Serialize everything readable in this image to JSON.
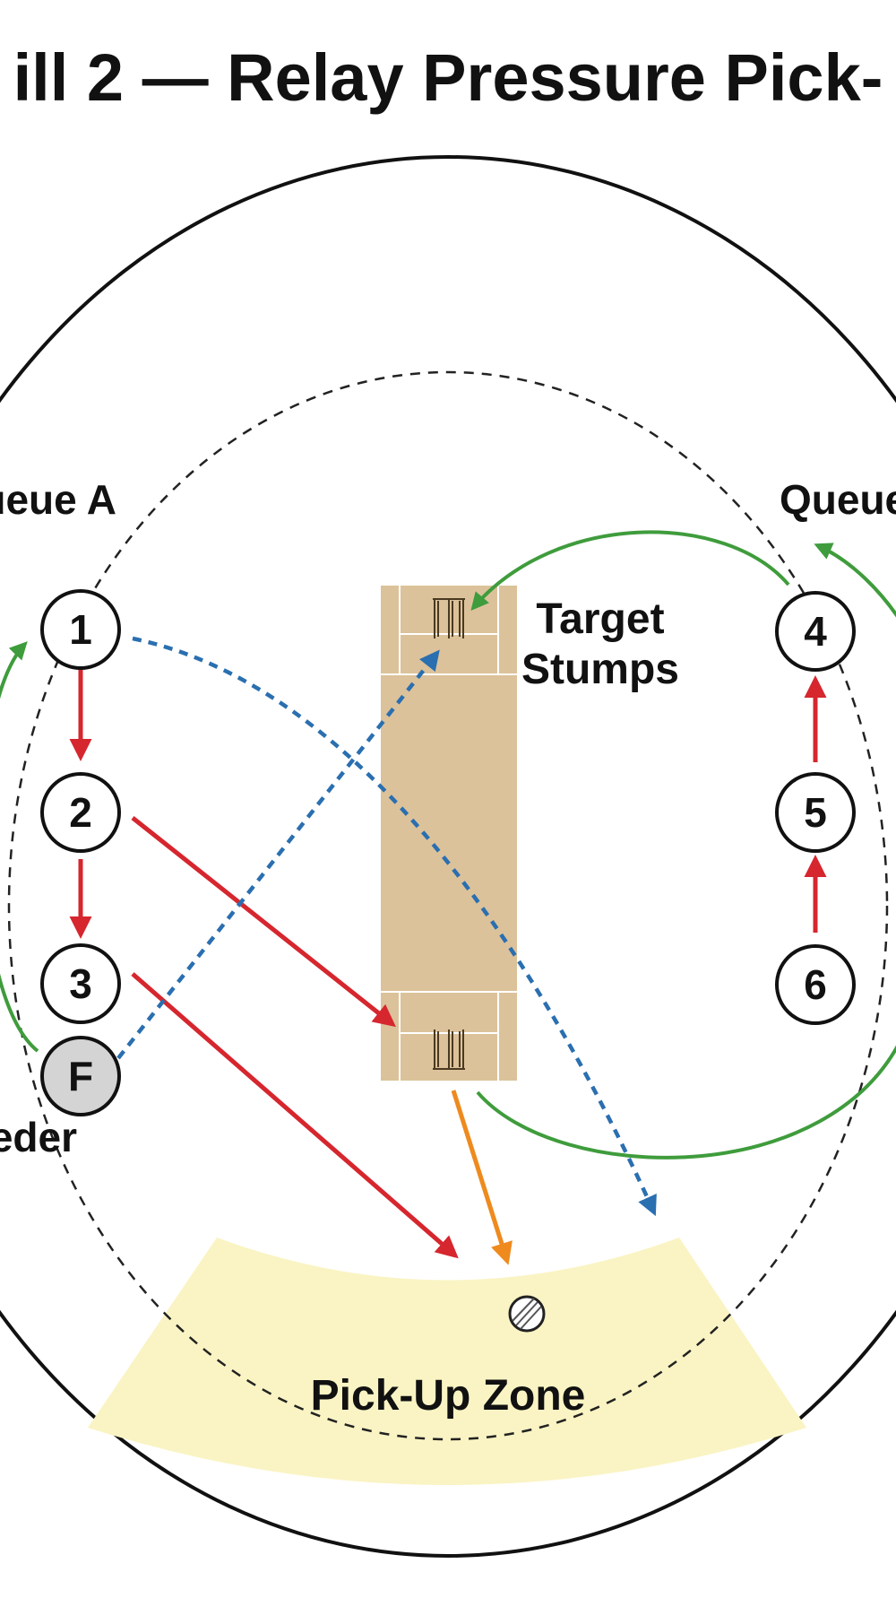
{
  "title": "ill 2 — Relay Pressure Pick-",
  "labels": {
    "queue_a": "ueue A",
    "queue_b": "Queue",
    "feeder": "eder",
    "target_line1": "Target",
    "target_line2": "Stumps",
    "pickup_zone": "Pick-Up Zone"
  },
  "nodes": {
    "n1": "1",
    "n2": "2",
    "n3": "3",
    "n4": "4",
    "n5": "5",
    "n6": "6",
    "feeder": "F"
  },
  "colors": {
    "boundary": "#111111",
    "inner_circle": "#222222",
    "pitch": "#dcc29a",
    "pitch_lines": "#ffffff",
    "pickup_zone": "#faf4c4",
    "run_arrow": "#d6262e",
    "throw_arrow": "#2a6fb0",
    "rotation_arrow": "#3f9c3c",
    "ball_arrow": "#ee8a1e",
    "feeder_fill": "#d4d4d4"
  },
  "icons": {
    "stumps": "stumps-icon",
    "ball": "cricket-ball-icon"
  }
}
